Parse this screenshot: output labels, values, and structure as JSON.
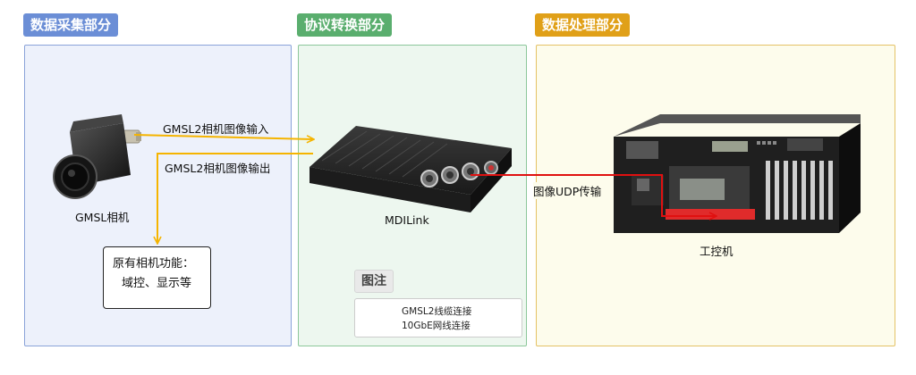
{
  "sections": {
    "acquisition": {
      "title": "数据采集部分",
      "color": "#6b8ed6"
    },
    "protocol": {
      "title": "协议转换部分",
      "color": "#5aae6e"
    },
    "processing": {
      "title": "数据处理部分",
      "color": "#e0a018"
    }
  },
  "devices": {
    "camera": "GMSL相机",
    "converter": "MDILink",
    "ipc": "工控机"
  },
  "connections": {
    "gmsl_input": "GMSL2相机图像输入",
    "gmsl_output": "GMSL2相机图像输出",
    "udp": "图像UDP传输"
  },
  "camera_functions": {
    "line1": "原有相机功能：",
    "line2": "域控、显示等"
  },
  "legend": {
    "title": "图注",
    "items": [
      {
        "label": "GMSL2线缆连接",
        "color": "#f5b400"
      },
      {
        "label": "10GbE网线连接",
        "color": "#e01010"
      }
    ]
  }
}
